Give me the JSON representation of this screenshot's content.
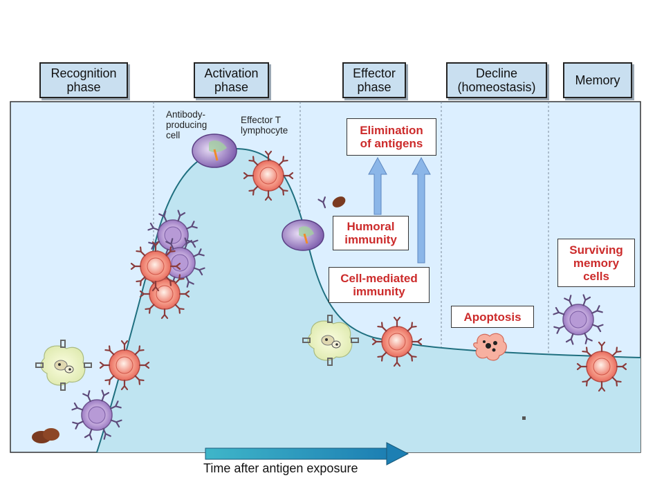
{
  "phases": [
    {
      "label": "Recognition\nphase"
    },
    {
      "label": "Activation\nphase"
    },
    {
      "label": "Effector\nphase"
    },
    {
      "label": "Decline\n(homeostasis)"
    },
    {
      "label": "Memory"
    }
  ],
  "cell_labels": {
    "antibody": "Antibody-\nproducing\ncell",
    "effector_t": "Effector T\nlymphocyte"
  },
  "outcomes": {
    "elimination": "Elimination\nof antigens",
    "humoral": "Humoral\nimmunity",
    "cell_mediated": "Cell-mediated\nimmunity",
    "apoptosis": "Apoptosis",
    "memory": "Surviving\nmemory\ncells"
  },
  "x_axis": {
    "label": "Time after antigen exposure"
  },
  "colors": {
    "background": "#dcefff",
    "curve_fill": "#bfe4f1",
    "label_red": "#cc2b2b",
    "arrow_blue": "#8bb6e8"
  }
}
